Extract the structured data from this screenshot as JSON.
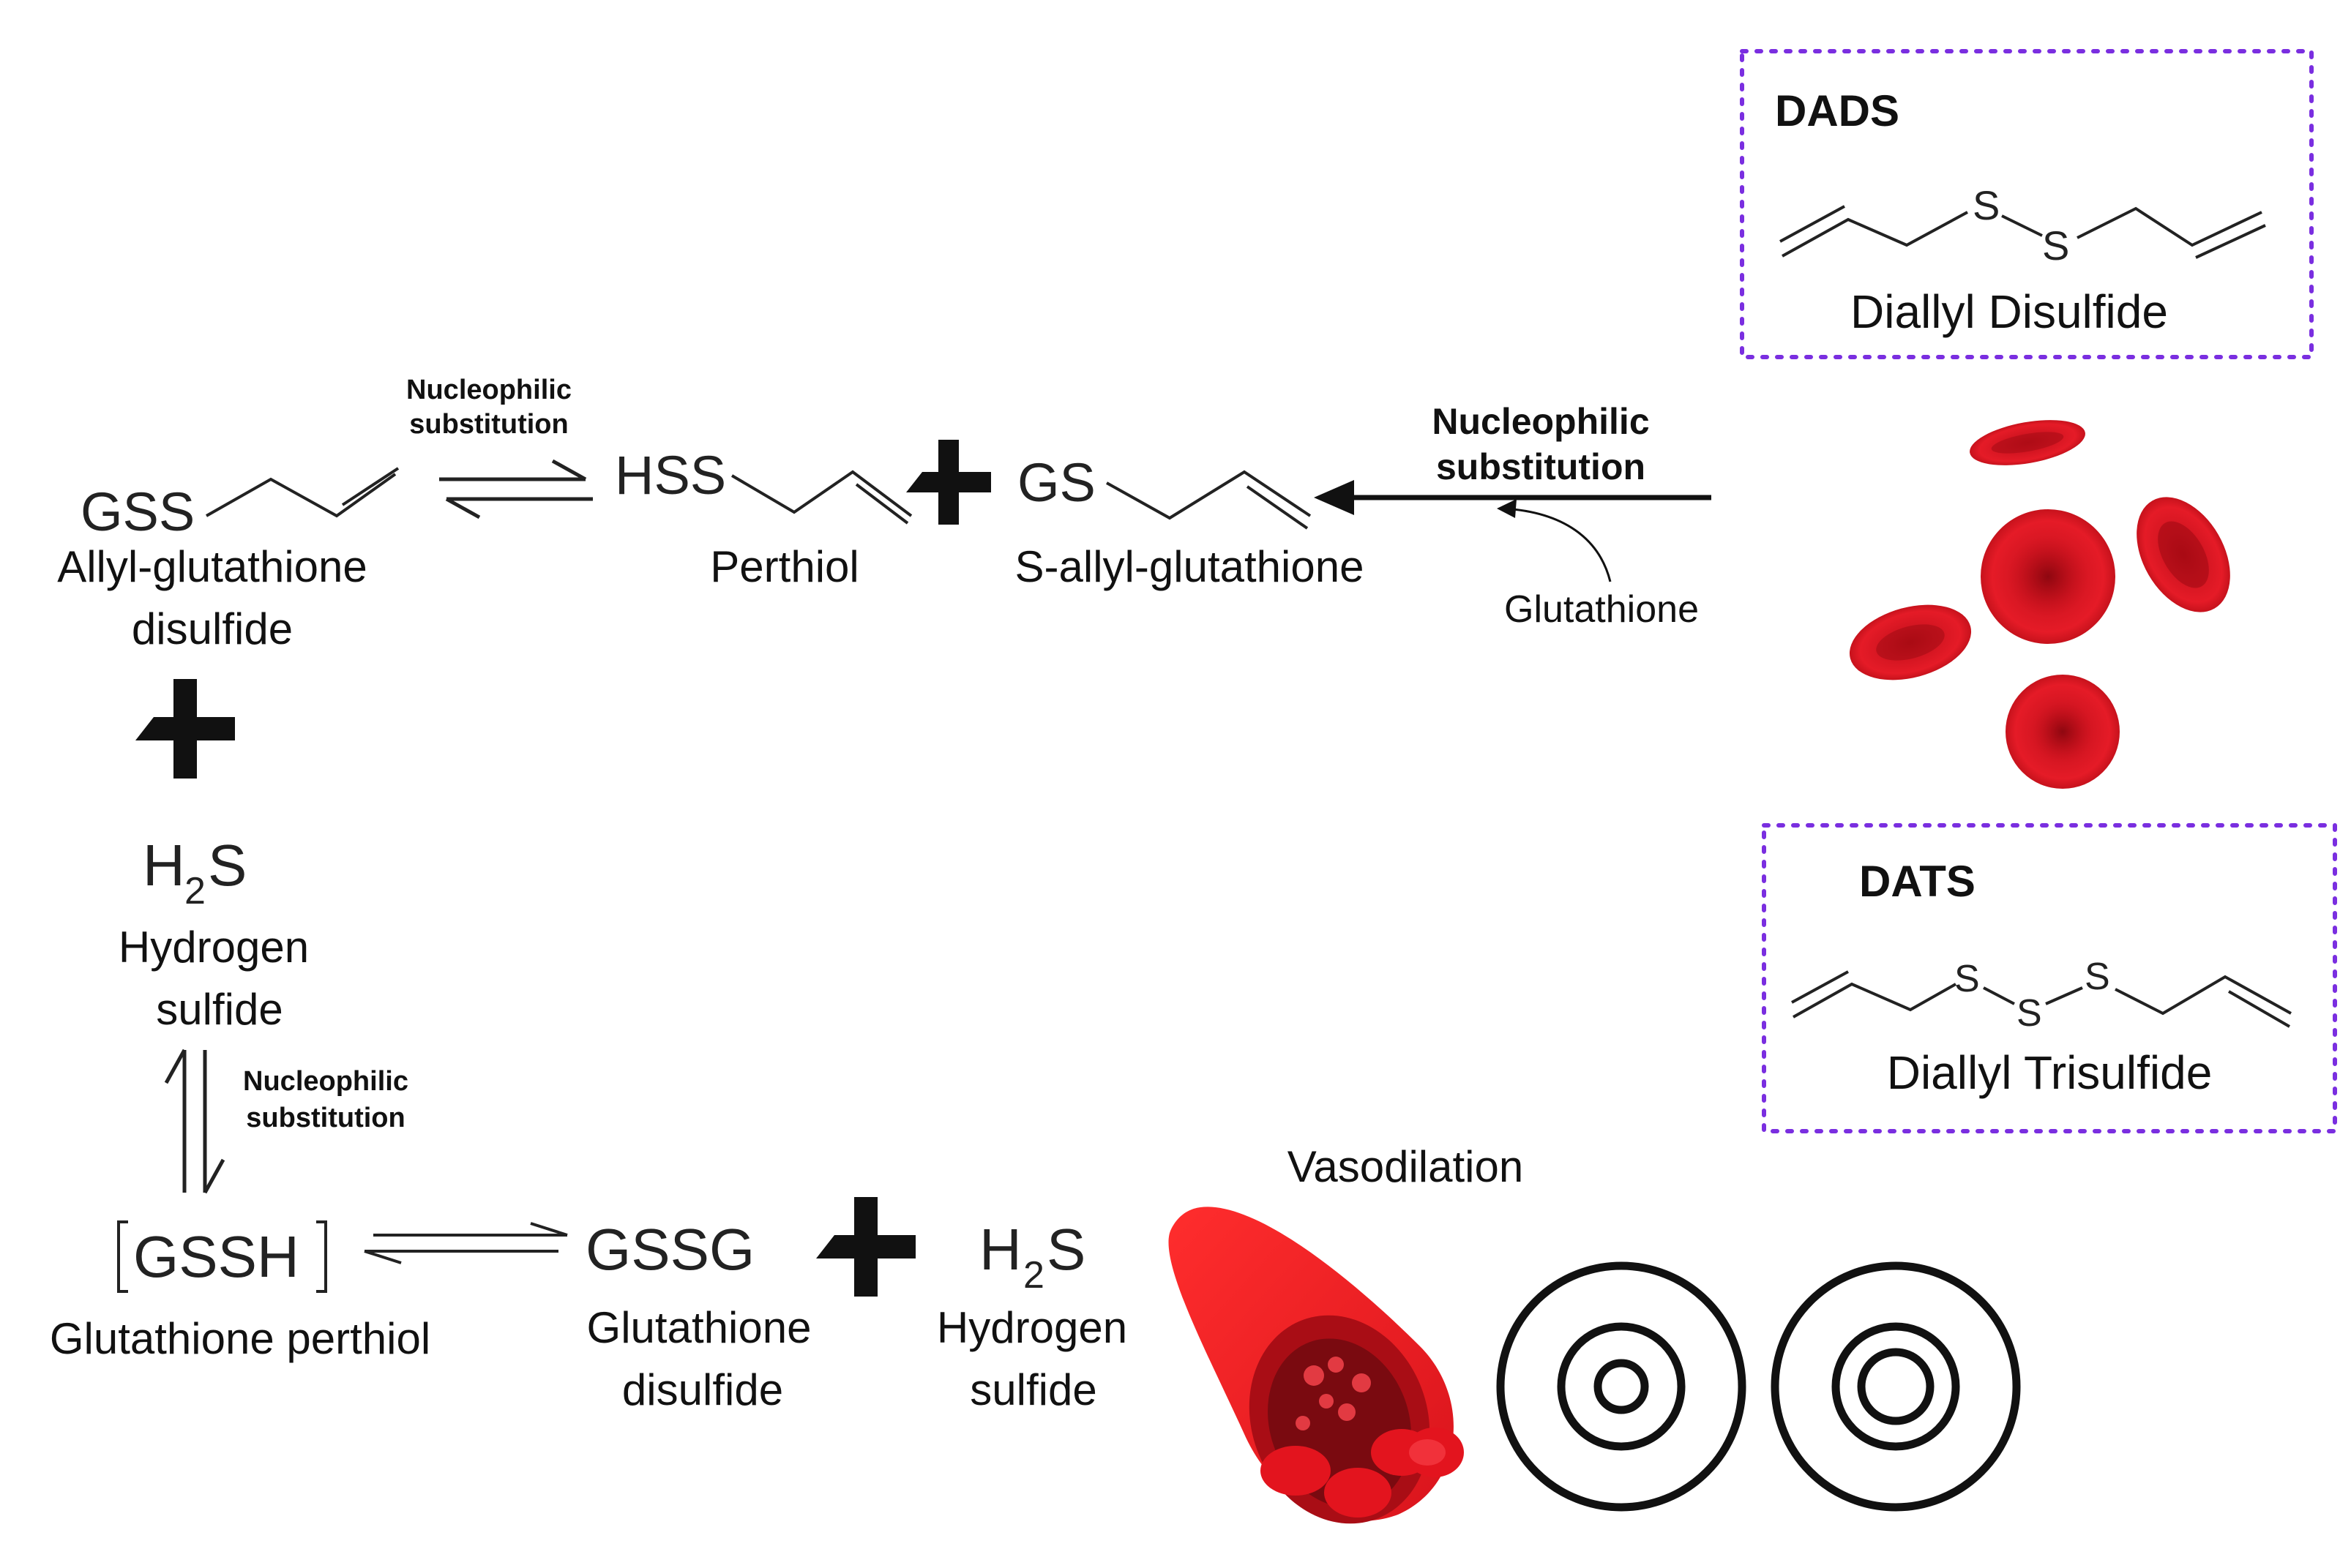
{
  "top_row": {
    "allyl_glutathione_formula": "GSS",
    "allyl_glutathione_name_1": "Allyl-glutathione",
    "allyl_glutathione_name_2": "disulfide",
    "top_left_arrow_label_1": "Nucleophilic",
    "top_left_arrow_label_2": "substitution",
    "perthiol_formula": "HSS",
    "perthiol_name": "Perthiol",
    "s_allyl_formula": "GS",
    "s_allyl_name": "S-allyl-glutathione",
    "main_arrow_label_1": "Nucleophilic",
    "main_arrow_label_2": "substitution",
    "glutathione_label": "Glutathione"
  },
  "left_column": {
    "h2s_h": "H",
    "h2s_sub": "2",
    "h2s_s": "S",
    "h2s_name_1": "Hydrogen",
    "h2s_name_2": "sulfide",
    "vertical_arrow_label_1": "Nucleophilic",
    "vertical_arrow_label_2": "substitution"
  },
  "bottom_row": {
    "gssh_formula": "GSSH",
    "gssh_name": "Glutathione perthiol",
    "gssg_formula": "GSSG",
    "gssg_name_1": "Glutathione",
    "gssg_name_2": "disulfide",
    "h2s_h": "H",
    "h2s_sub": "2",
    "h2s_s": "S",
    "h2s_name_1": "Hydrogen",
    "h2s_name_2": "sulfide",
    "vasodilation_label": "Vasodilation"
  },
  "dads_box": {
    "title": "DADS",
    "s1": "S",
    "s2": "S",
    "name": "Diallyl Disulfide"
  },
  "dats_box": {
    "title": "DATS",
    "s1": "S",
    "s2": "S",
    "s3": "S",
    "name": "Diallyl Trisulfide"
  },
  "colors": {
    "box_border": "#7a2ee0",
    "blood_red": "#e4141e",
    "dark_red": "#9e0a12",
    "text": "#111111"
  }
}
